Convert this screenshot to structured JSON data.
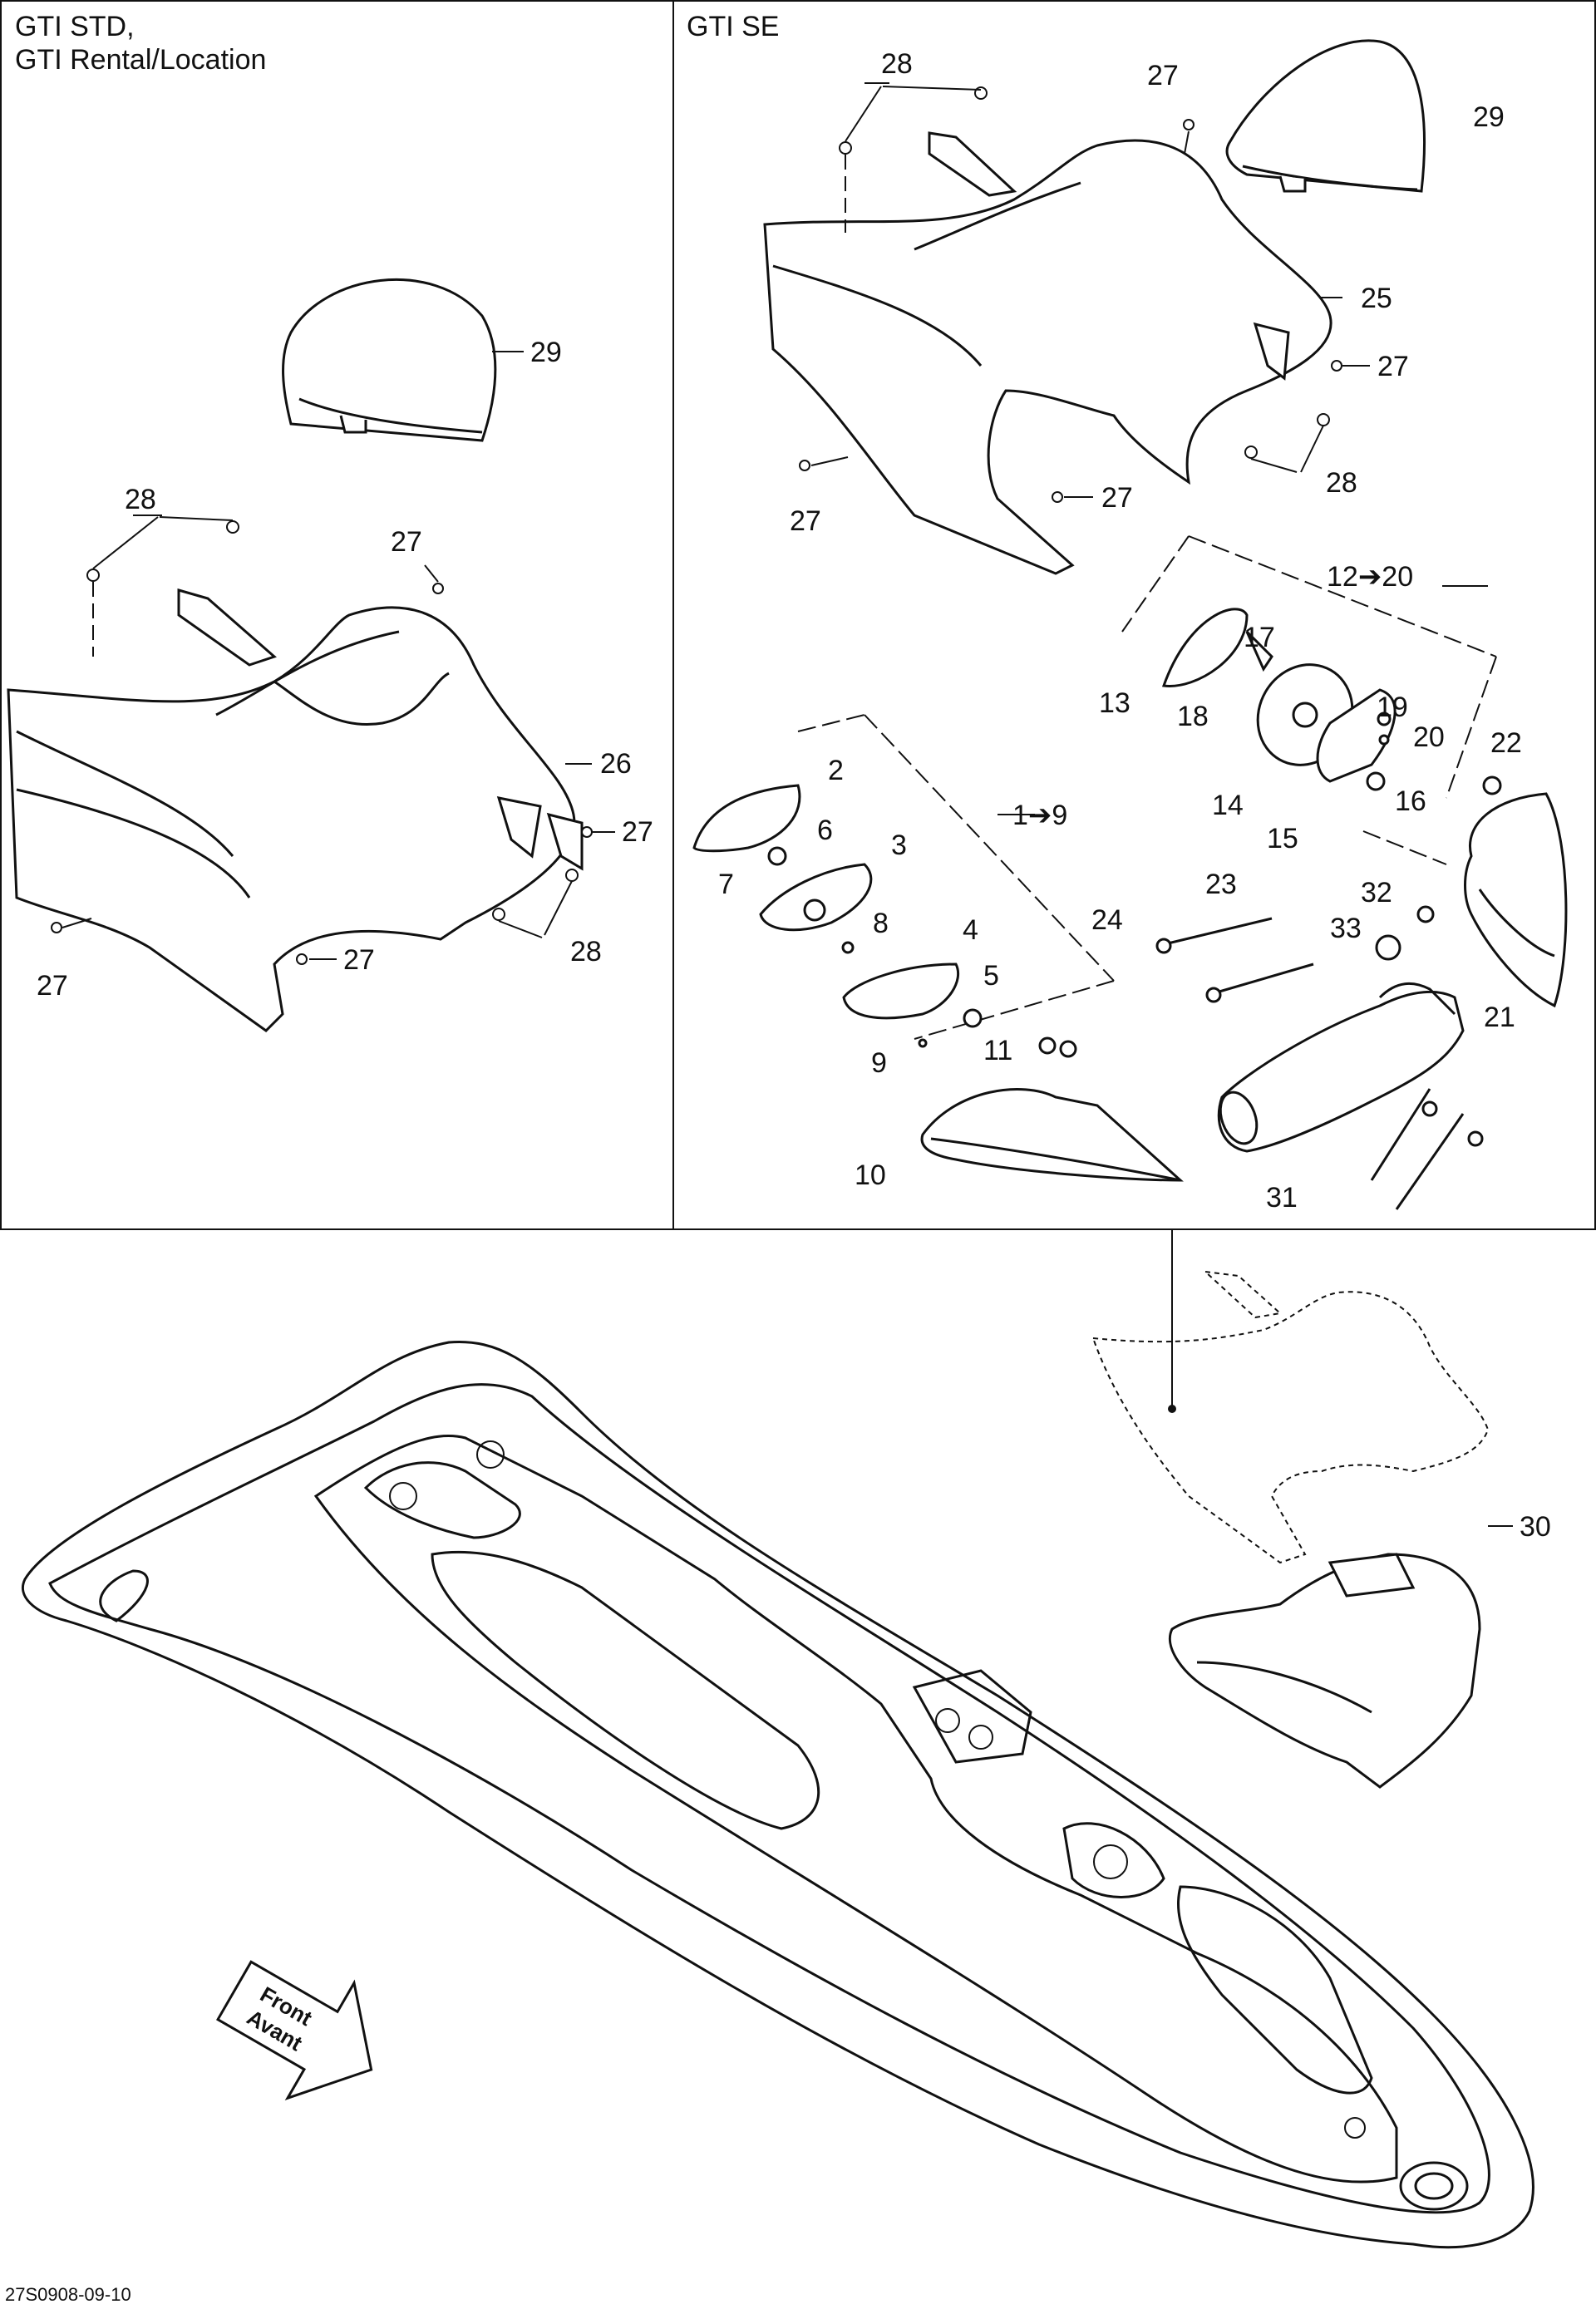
{
  "panels": {
    "left_title_line1": "GTI STD,",
    "left_title_line2": "GTI Rental/Location",
    "right_title": "GTI SE"
  },
  "callouts": {
    "c1_9": "1➔9",
    "c2": "2",
    "c3": "3",
    "c4": "4",
    "c5": "5",
    "c6": "6",
    "c7": "7",
    "c8": "8",
    "c9": "9",
    "c10": "10",
    "c11": "11",
    "c12_20": "12➔20",
    "c13": "13",
    "c14": "14",
    "c15": "15",
    "c16": "16",
    "c17": "17",
    "c18": "18",
    "c19": "19",
    "c20": "20",
    "c21": "21",
    "c22": "22",
    "c23": "23",
    "c24": "24",
    "c25": "25",
    "c26": "26",
    "c27": "27",
    "c28": "28",
    "c29": "29",
    "c30": "30",
    "c31": "31",
    "c32": "32",
    "c33": "33"
  },
  "direction": {
    "line1": "Front",
    "line2": "Avant"
  },
  "drawing_code": "27S0908-09-10"
}
